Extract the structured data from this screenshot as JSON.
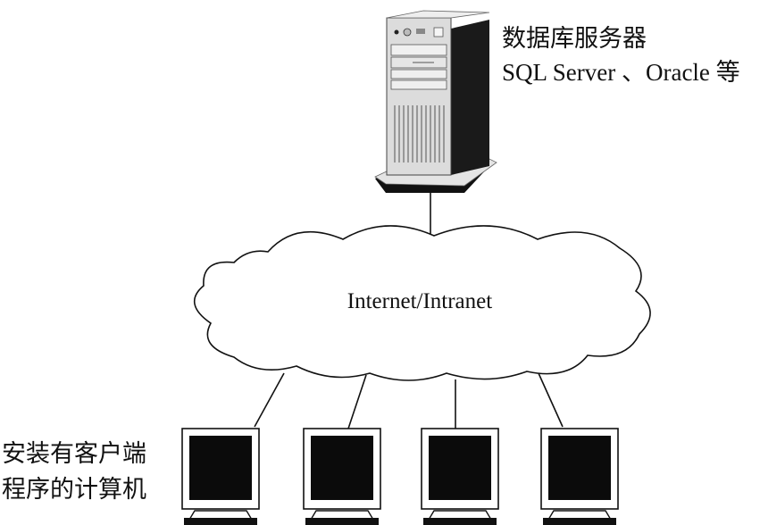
{
  "server": {
    "label_line1": "数据库服务器",
    "label_line2": "SQL Server 、Oracle 等"
  },
  "network": {
    "label": "Internet/Intranet"
  },
  "clients": {
    "label_line1": "安装有客户端",
    "label_line2": "程序的计算机",
    "count": 4
  }
}
